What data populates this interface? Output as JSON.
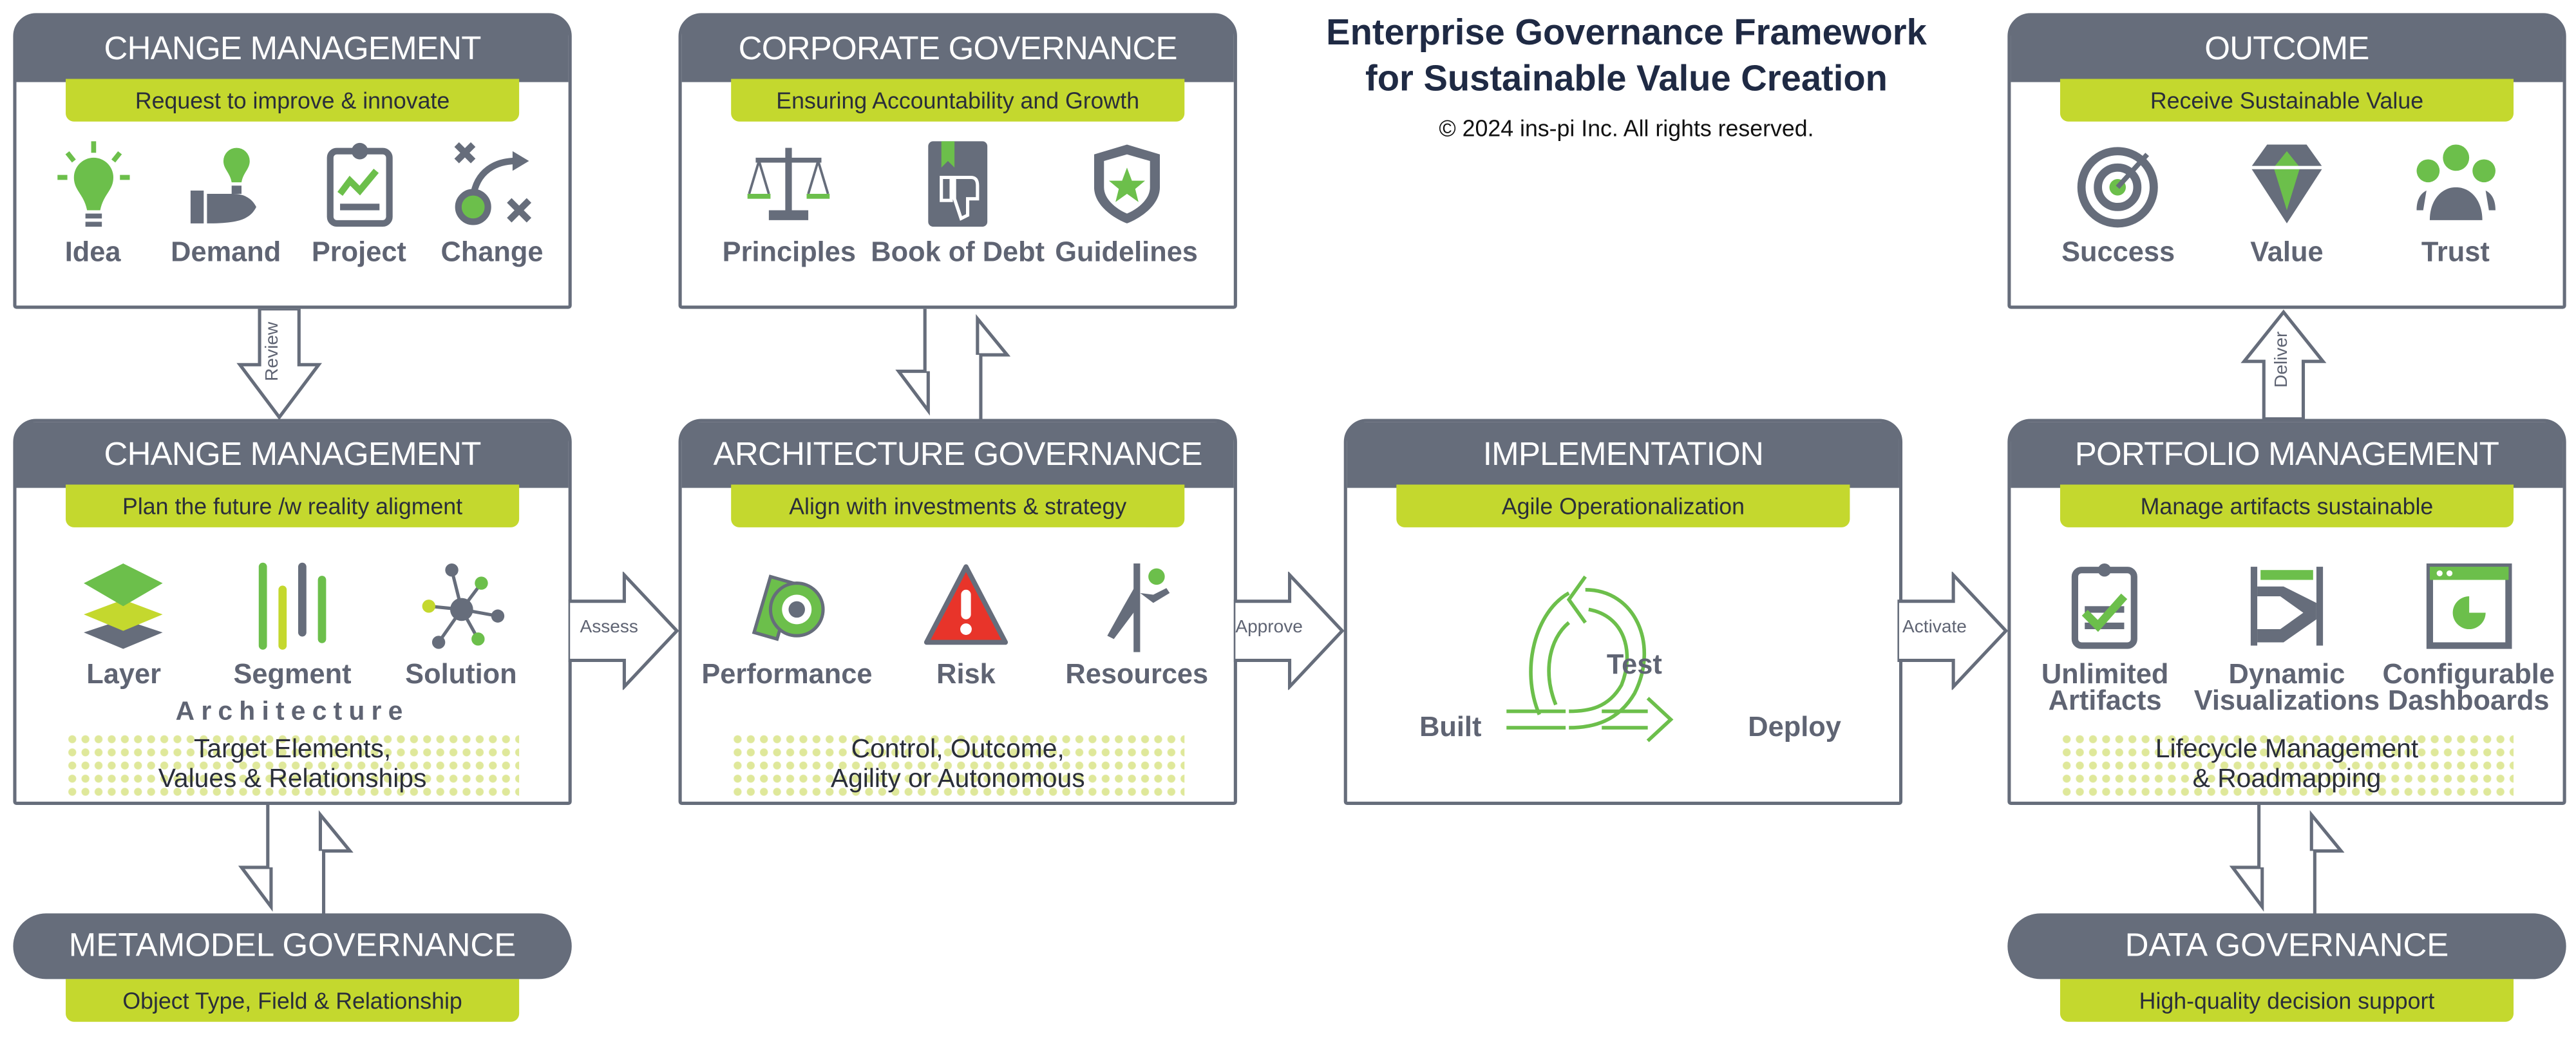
{
  "title": {
    "line1": "Enterprise Governance Framework",
    "line2": "for Sustainable Value Creation",
    "copyright": "© 2024 ins-pi Inc. All rights reserved."
  },
  "colors": {
    "header": "#666d7b",
    "accent": "#c4d82e",
    "icon_green": "#6cbf4b",
    "text": "#5f6473",
    "risk_red": "#e8342a"
  },
  "boxes": {
    "change_request": {
      "title": "CHANGE MANAGEMENT",
      "subtitle": "Request to improve & innovate",
      "items": [
        {
          "label": "Idea",
          "icon": "lightbulb-icon"
        },
        {
          "label": "Demand",
          "icon": "hand-lightbulb-icon"
        },
        {
          "label": "Project",
          "icon": "clipboard-chart-icon"
        },
        {
          "label": "Change",
          "icon": "strategy-play-icon"
        }
      ]
    },
    "corporate": {
      "title": "CORPORATE GOVERNANCE",
      "subtitle": "Ensuring Accountability and Growth",
      "items": [
        {
          "label": "Principles",
          "icon": "scales-icon"
        },
        {
          "label": "Book of Debt",
          "icon": "book-thumbs-down-icon"
        },
        {
          "label": "Guidelines",
          "icon": "badge-star-icon"
        }
      ]
    },
    "outcome": {
      "title": "OUTCOME",
      "subtitle": "Receive Sustainable Value",
      "items": [
        {
          "label": "Success",
          "icon": "target-icon"
        },
        {
          "label": "Value",
          "icon": "diamond-icon"
        },
        {
          "label": "Trust",
          "icon": "group-icon"
        }
      ]
    },
    "change_plan": {
      "title": "CHANGE MANAGEMENT",
      "subtitle": "Plan the future /w reality aligment",
      "items": [
        {
          "label": "Layer",
          "icon": "layers-icon"
        },
        {
          "label": "Segment",
          "icon": "bars-icon"
        },
        {
          "label": "Solution",
          "icon": "network-icon"
        }
      ],
      "heading": "Architecture",
      "band": [
        "Target Elements,",
        "Values & Relationships"
      ]
    },
    "architecture": {
      "title": "ARCHITECTURE GOVERNANCE",
      "subtitle": "Align with investments & strategy",
      "items": [
        {
          "label": "Performance",
          "icon": "tape-icon"
        },
        {
          "label": "Risk",
          "icon": "warning-icon"
        },
        {
          "label": "Resources",
          "icon": "runner-icon"
        }
      ],
      "band": [
        "Control, Outcome,",
        "Agility or Autonomous"
      ]
    },
    "implementation": {
      "title": "IMPLEMENTATION",
      "subtitle": "Agile Operationalization",
      "cycle": {
        "built": "Built",
        "test": "Test",
        "deploy": "Deploy"
      }
    },
    "portfolio": {
      "title": "PORTFOLIO MANAGEMENT",
      "subtitle": "Manage artifacts sustainable",
      "items": [
        {
          "label": "Unlimited",
          "label2": "Artifacts",
          "icon": "clipboard-check-icon"
        },
        {
          "label": "Dynamic",
          "label2": "Visualizations",
          "icon": "sankey-icon"
        },
        {
          "label": "Configurable",
          "label2": "Dashboards",
          "icon": "dashboard-window-icon"
        }
      ],
      "band": [
        "Lifecycle Management",
        "& Roadmapping"
      ]
    }
  },
  "pills": {
    "metamodel": {
      "title": "METAMODEL GOVERNANCE",
      "subtitle": "Object Type, Field & Relationship"
    },
    "data": {
      "title": "DATA GOVERNANCE",
      "subtitle": "High-quality decision support"
    }
  },
  "arrows": {
    "review": "Review",
    "assess": "Assess",
    "approve": "Approve",
    "activate": "Activate",
    "deliver": "Deliver"
  }
}
